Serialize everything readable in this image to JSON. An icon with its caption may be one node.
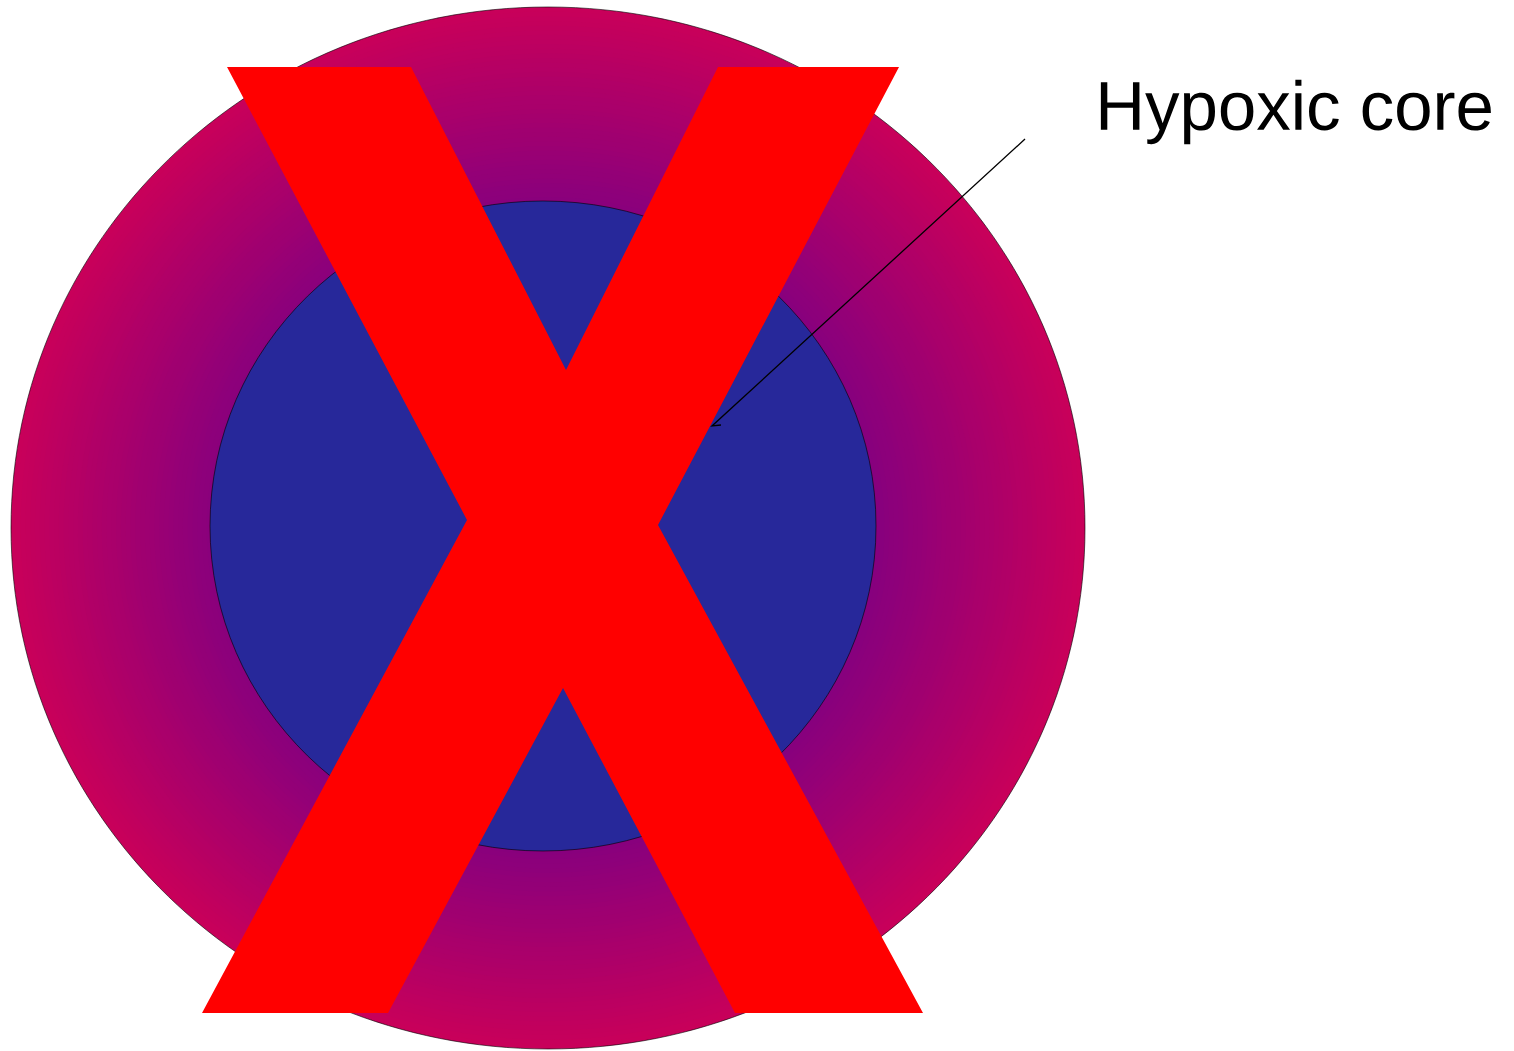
{
  "diagram": {
    "nodes": [
      {
        "text": [
          "Hypoxic core"
        ]
      },
      {
        "text": [],
        "shape": "circle"
      }
    ],
    "edges": [
      {
        "from": 0,
        "to": 1,
        "arrow": "none"
      }
    ]
  }
}
